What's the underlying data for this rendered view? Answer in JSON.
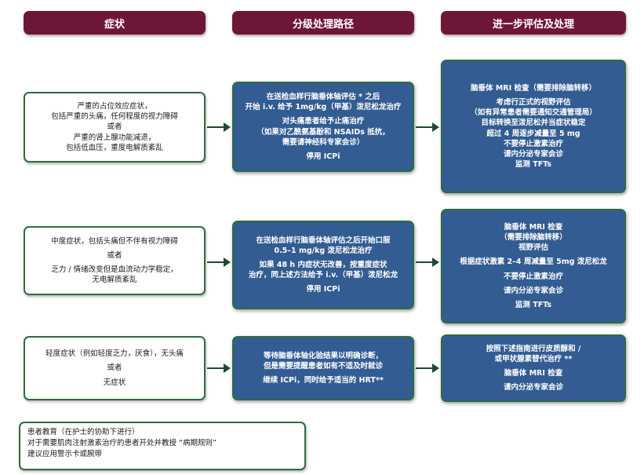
{
  "headers": {
    "symptoms": "症状",
    "grading": "分级处理路径",
    "further": "进一步评估及处理"
  },
  "rows": [
    {
      "symptom_lines": [
        "严重的占位效应症状，",
        "包括严重的头痛，任何程度的视力障碍",
        "或者",
        "严重的肾上腺功能减退，",
        "包括低血压，重度电解质紊乱"
      ],
      "treatment_lines": [
        "在送检血样行脑垂体轴评估 * 之后",
        "开始 i.v. 给予 1mg/kg（甲基）泼尼松龙治疗",
        "对头痛患者给予止痛治疗",
        "（如果对乙酰氨基酚和 NSAIDs 抵抗，",
        "需要请神经科专家会诊）",
        "停用 ICPi"
      ],
      "further_lines": [
        "脑垂体 MRI 检查（需要排除脑转移）",
        "考虑行正式的视野评估",
        "（如有异常患者需要通知交通管理局）",
        "目标转换至泼尼松并当症状稳定",
        "超过 4 周逐步减量至 5 mg",
        "不要停止激素治疗",
        "请内分泌专家会诊",
        "监测 TFTs"
      ]
    },
    {
      "symptom_lines": [
        "中度症状，包括头痛但不伴有视力障碍",
        "或者",
        "乏力 / 情绪改变但是血流动力学稳定，",
        "无电解质紊乱"
      ],
      "treatment_lines": [
        "在送检血样行脑垂体轴评估之后开始口服",
        "0.5–1 mg/kg 泼尼松龙治疗",
        "如果 48 h 内症状无改善，按重度症状",
        "治疗，同上述方法给予 i.v.（甲基）泼尼松龙",
        "停用 ICPi"
      ],
      "further_lines": [
        "脑垂体 MRI 检查",
        "（需要排除脑转移）",
        "视野评估",
        "根据症状激素 2–4 周减量至 5mg 泼尼松龙",
        "不要停止激素治疗",
        "请内分泌专家会诊",
        "监测 TFTs"
      ]
    },
    {
      "symptom_lines": [
        "轻度症状（例如轻度乏力，厌食），无头痛",
        "或者",
        "无症状"
      ],
      "treatment_lines": [
        "等待脑垂体轴化验结果以明确诊断，",
        "但是需要提醒患者如有不适及时就诊",
        "继续 ICPi，同时给予适当的 HRT**"
      ],
      "further_lines": [
        "按照下述指南进行皮质醇和 /",
        "或甲状腺素替代治疗 **",
        "脑垂体 MRI 检查",
        "请内分泌专家会诊"
      ]
    }
  ],
  "education_lines": [
    "患者教育（在护士的协助下进行）",
    "对于需要肌肉注射激素治疗的患者开处并教授 “病期规则”",
    "建议应用警示卡或腕带"
  ]
}
